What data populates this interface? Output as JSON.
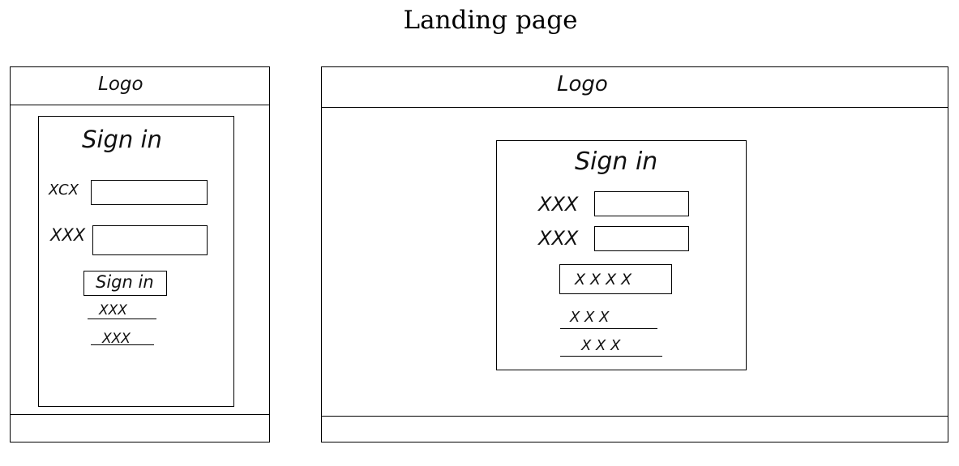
{
  "title": "Landing page",
  "mobile": {
    "logo": "Logo",
    "card_title": "Sign in",
    "field1_label": "XCX",
    "field2_label": "XXX",
    "button_label": "Sign in",
    "link1": "XXX",
    "link2": "XXX"
  },
  "desktop": {
    "logo": "Logo",
    "card_title": "Sign in",
    "field1_label": "XXX",
    "field2_label": "XXX",
    "button_label": "X X X X",
    "link1": "X X X",
    "link2": "X X X"
  }
}
